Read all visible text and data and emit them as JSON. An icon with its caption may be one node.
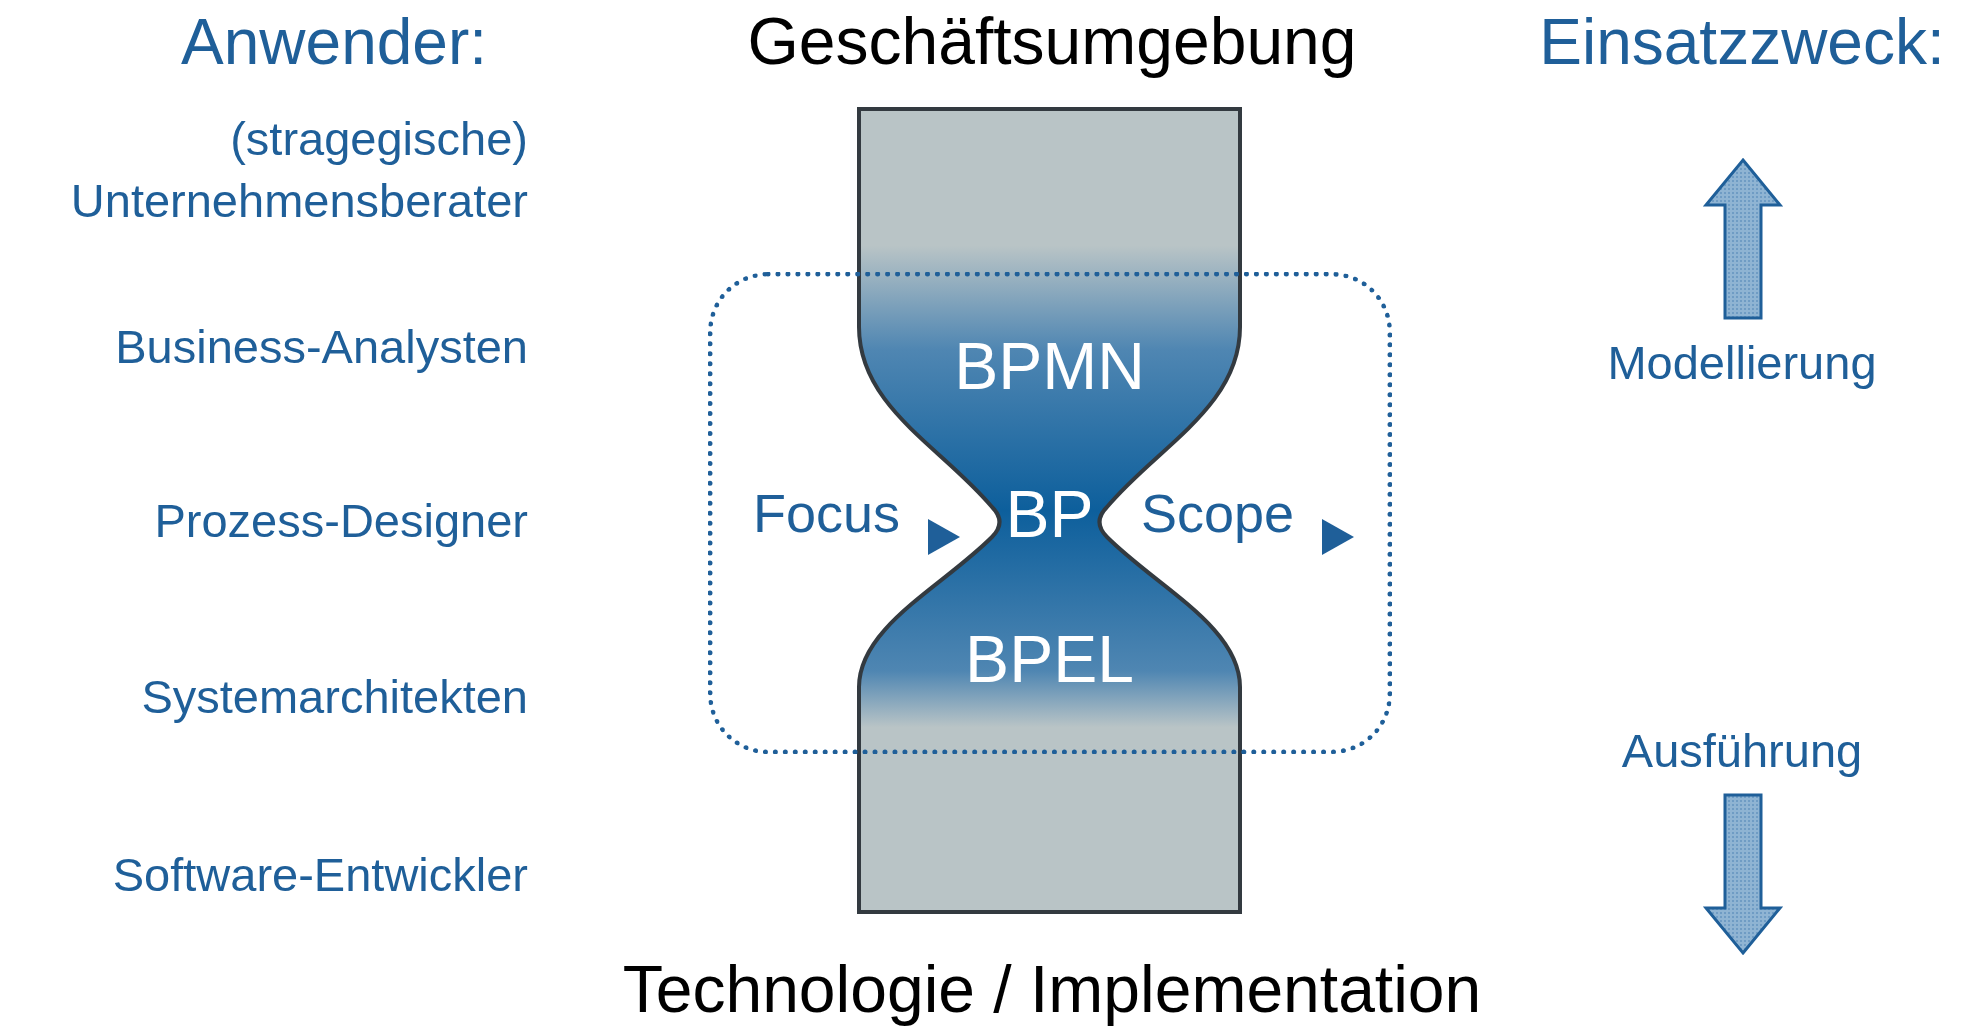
{
  "diagram": {
    "nodes": [
      {
        "text": [
          "BPMN",
          "BP",
          "BPEL"
        ]
      },
      {
        "text": [
          "Focus",
          "Scope"
        ]
      }
    ],
    "labels": [
      "Anwender:",
      "Geschäftsumgebung",
      "Einsatzzweck:",
      "(stragegische) Unternehmensberater",
      "Business-Analysten",
      "Modellierung",
      "Prozess-Designer",
      "Systemarchitekten",
      "Ausführung",
      "Software-Entwickler",
      "Technologie / Implementation"
    ]
  }
}
